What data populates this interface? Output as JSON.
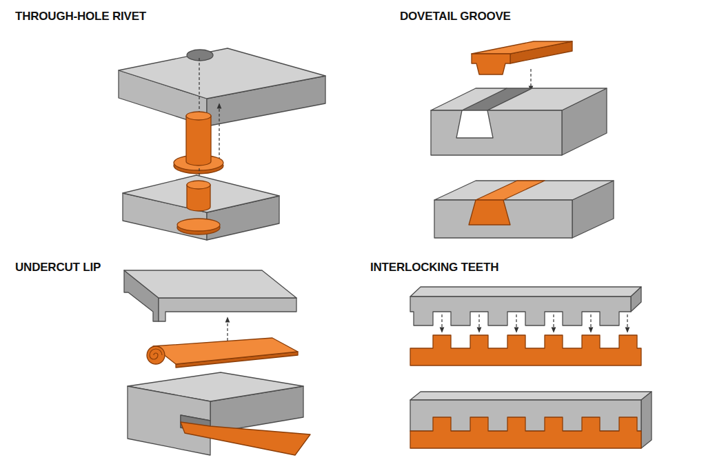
{
  "diagram": {
    "labels": [
      "THROUGH-HOLE RIVET",
      "DOVETAIL GROOVE",
      "UNDERCUT LIP",
      "INTERLOCKING TEETH"
    ]
  }
}
